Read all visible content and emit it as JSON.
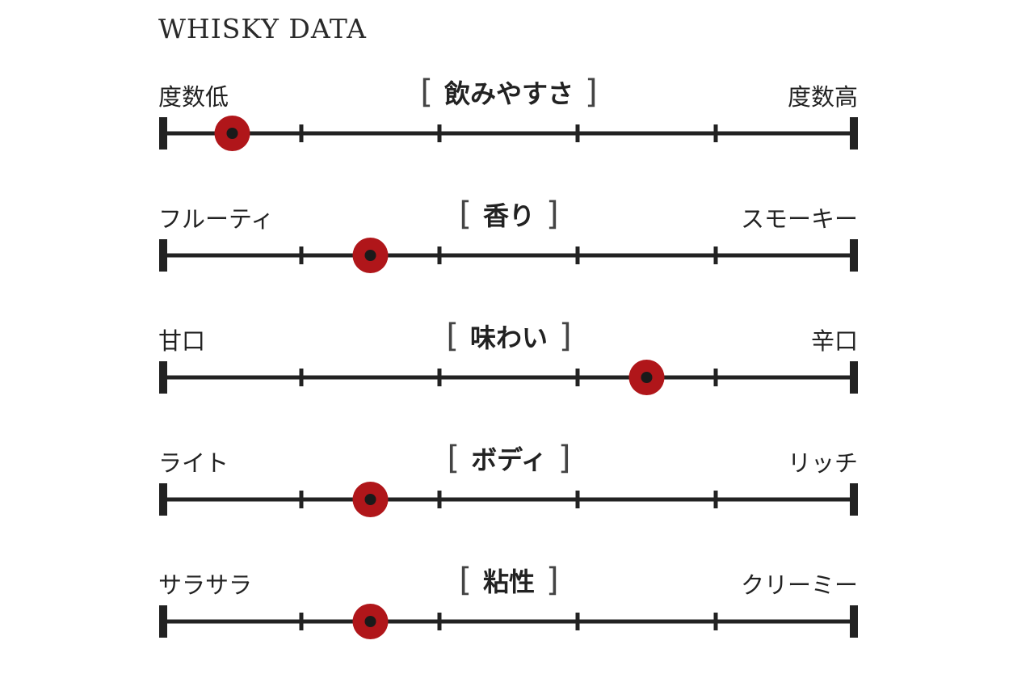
{
  "title": "WHISKY DATA",
  "colors": {
    "marker": "#b0161a",
    "line": "#222222"
  },
  "bracket_open": "[",
  "bracket_close": "]",
  "chart_data": {
    "type": "scatter",
    "title": "WHISKY DATA",
    "scale": {
      "min": 0,
      "max": 5,
      "ticks": [
        0,
        1,
        2,
        3,
        4,
        5
      ]
    },
    "rows": [
      {
        "category": "飲みやすさ",
        "left": "度数低",
        "right": "度数高",
        "value": 0.5
      },
      {
        "category": "香り",
        "left": "フルーティ",
        "right": "スモーキー",
        "value": 1.5
      },
      {
        "category": "味わい",
        "left": "甘口",
        "right": "辛口",
        "value": 3.5
      },
      {
        "category": "ボディ",
        "left": "ライト",
        "right": "リッチ",
        "value": 1.5
      },
      {
        "category": "粘性",
        "left": "サラサラ",
        "right": "クリーミー",
        "value": 1.5
      }
    ]
  }
}
